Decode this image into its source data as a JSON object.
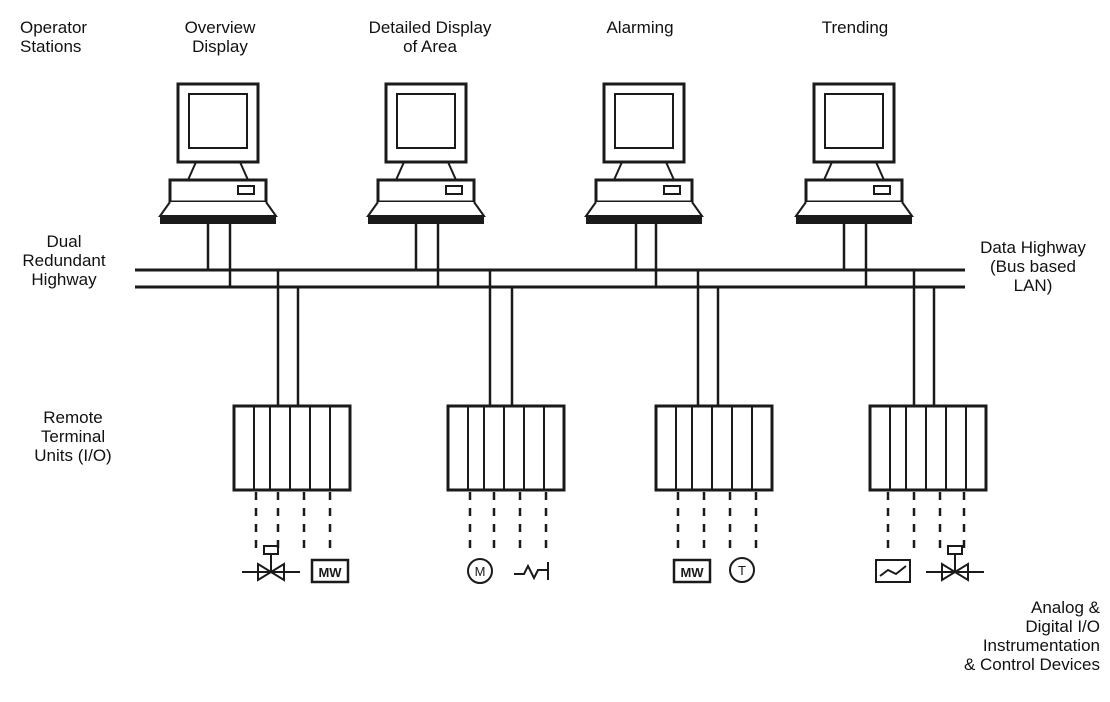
{
  "labels": {
    "operator_stations": "Operator\nStations",
    "dual_redundant_highway": "Dual\nRedundant\nHighway",
    "data_highway": "Data Highway\n(Bus based\nLAN)",
    "remote_terminal_units": "Remote\nTerminal\nUnits (I/O)",
    "analog_digital_io": "Analog &\nDigital I/O\nInstrumentation\n& Control Devices"
  },
  "stations": [
    {
      "name": "Overview\nDisplay"
    },
    {
      "name": "Detailed Display\nof Area"
    },
    {
      "name": "Alarming"
    },
    {
      "name": "Trending"
    }
  ],
  "rtus": [
    {
      "devices": [
        "valve-icon",
        "meter-icon"
      ]
    },
    {
      "devices": [
        "motor-icon",
        "pump-icon"
      ]
    },
    {
      "devices": [
        "meter-icon",
        "temperature-icon"
      ]
    },
    {
      "devices": [
        "flow-transmitter-icon",
        "valve-icon"
      ]
    }
  ],
  "icon_text": {
    "meter": "MW",
    "motor": "M",
    "temperature": "T"
  },
  "colors": {
    "line": "#1a1a1a",
    "background": "#ffffff"
  }
}
